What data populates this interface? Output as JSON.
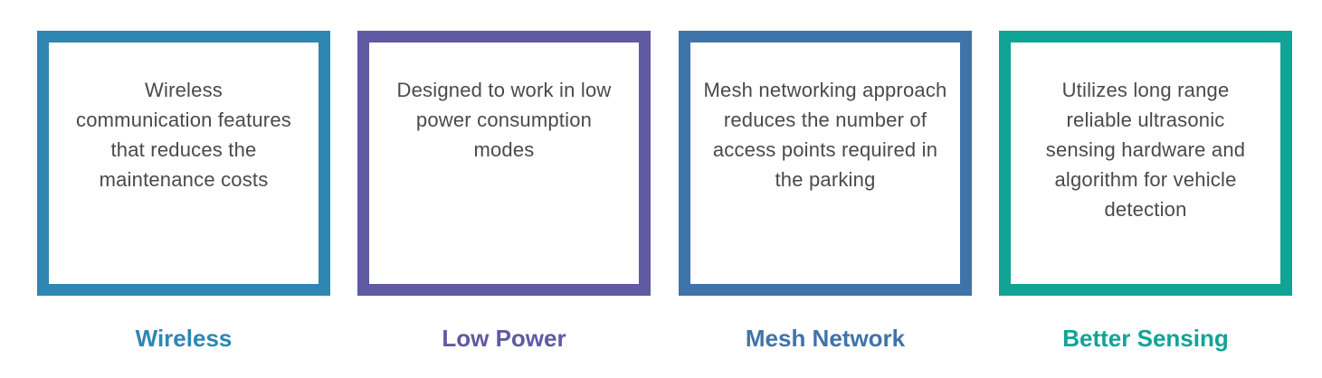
{
  "features": [
    {
      "title": "Wireless",
      "description": "Wireless communication features that reduces the maintenance costs",
      "color": "#2e86b3"
    },
    {
      "title": "Low Power",
      "description": "Designed to work in low power consumption modes",
      "color": "#5f5aa2"
    },
    {
      "title": "Mesh Network",
      "description": "Mesh networking approach reduces the number of access points required in the parking",
      "color": "#3f74a9"
    },
    {
      "title": "Better Sensing",
      "description": "Utilizes long range reliable ultrasonic sensing hardware and algorithm for vehicle detection",
      "color": "#12a397"
    }
  ]
}
